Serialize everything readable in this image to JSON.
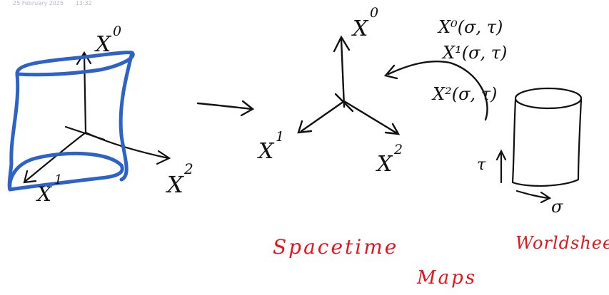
{
  "header": {
    "date": "25 February 2025",
    "time": "13:32"
  },
  "worldsheet_sketch": {
    "axis_x0": "X",
    "axis_x0_sup": "0",
    "axis_x1": "X",
    "axis_x1_sup": "1",
    "axis_x2": "X",
    "axis_x2_sup": "2"
  },
  "spacetime_axes": {
    "axis_x0": "X",
    "axis_x0_sup": "0",
    "axis_x1": "X",
    "axis_x1_sup": "1",
    "axis_x2": "X",
    "axis_x2_sup": "2"
  },
  "maps": {
    "line0": "X⁰(σ, τ)",
    "line1": "X¹(σ, τ)",
    "line2": "X²(σ, τ)"
  },
  "parameter_space": {
    "tau": "τ",
    "sigma": "σ"
  },
  "labels": {
    "spacetime": "Spacetime",
    "worldsheet": "Worldsheet",
    "maps": "Maps"
  },
  "colors": {
    "ink": "#111111",
    "worldsheet_blue": "#2d63c8",
    "label_red": "#e8141b"
  }
}
